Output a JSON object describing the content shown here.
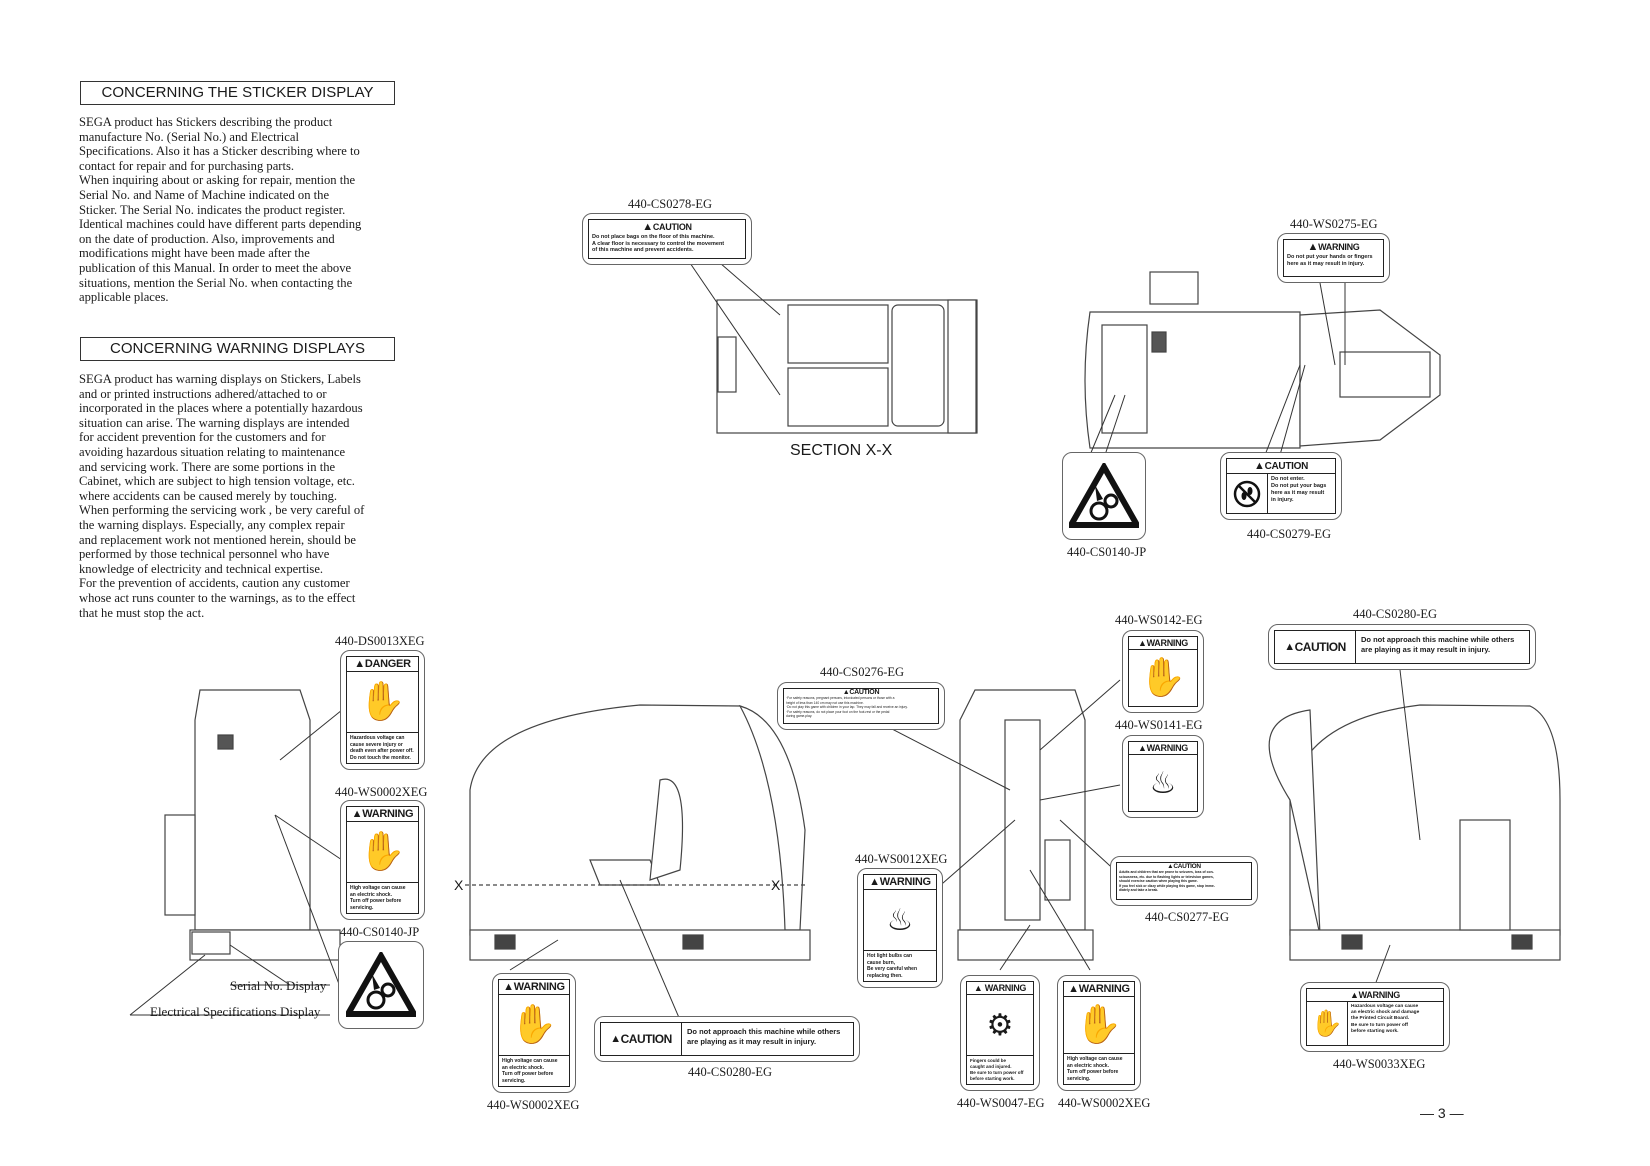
{
  "sections": {
    "sticker": {
      "heading": "CONCERNING THE STICKER DISPLAY",
      "body": "SEGA product has Stickers describing the product\nmanufacture No. (Serial No.) and Electrical\nSpecifications.  Also it has a Sticker describing where to\ncontact for repair and for purchasing parts.\nWhen inquiring about or asking for repair, mention the\nSerial No. and Name of Machine indicated on the\nSticker.  The Serial No. indicates the product register.\nIdentical machines could have different parts depending\non the date of production.  Also, improvements and\nmodifications might have been made after the\npublication of this Manual.  In order to meet the above\nsituations, mention the Serial No. when contacting the\napplicable places."
    },
    "warning": {
      "heading": "CONCERNING WARNING DISPLAYS",
      "body": "SEGA product has warning displays on Stickers, Labels\nand or printed instructions adhered/attached to or\nincorporated in the places where a potentially hazardous\nsituation can arise.  The warning displays are intended\nfor accident prevention for the customers and for\navoiding hazardous situation relating to maintenance\nand servicing work.  There are some portions in the\nCabinet, which are subject to high tension voltage, etc.\nwhere accidents can be caused merely by touching.\nWhen performing the servicing work , be very careful of\nthe warning displays.  Especially, any complex repair\nand replacement work not mentioned herein, should be\nperformed by those technical personnel who have\nknowledge of electricity and technical expertise.\nFor the prevention of accidents, caution any customer\nwhose act runs counter to the warnings, as to the effect\nthat he must stop the act."
    }
  },
  "section_label": "SECTION X-X",
  "x_marks": [
    "X",
    "X"
  ],
  "display_labels": {
    "serial": "Serial No. Display",
    "electrical": "Electrical Specifications Display"
  },
  "stickers": {
    "cs0278": {
      "code": "440-CS0278-EG",
      "level": "CAUTION",
      "text": "Do not place bags on the floor of this machine.\nA clear floor is necessary to control the movement\nof this machine and prevent accidents."
    },
    "ws0275": {
      "code": "440-WS0275-EG",
      "level": "WARNING",
      "text": "Do not put your hands or fingers\nhere as it may result in injury."
    },
    "cs0140_top": {
      "code": "440-CS0140-JP",
      "icon": "gear-pinch-icon"
    },
    "cs0279": {
      "code": "440-CS0279-EG",
      "level": "CAUTION",
      "text": "Do not enter.\nDo not put your bags\nhere as it may result\nin injury.",
      "icon": "no-entry-footprints-icon"
    },
    "ds0013": {
      "code": "440-DS0013XEG",
      "level": "DANGER",
      "text": "Hazardous voltage can\ncause severe injury or\ndeath even after power off.\nDo not touch the monitor.",
      "icon": "electric-hand-icon"
    },
    "ws0002_left": {
      "code": "440-WS0002XEG",
      "level": "WARNING",
      "text": "High voltage can cause\nan electric shock.\nTurn off power before\nservicing.",
      "icon": "electric-hand-icon"
    },
    "cs0140_left": {
      "code": "440-CS0140-JP",
      "icon": "gear-pinch-icon"
    },
    "ws0002_bottom": {
      "code": "440-WS0002XEG",
      "level": "WARNING",
      "text": "High voltage can cause\nan electric shock.\nTurn off power before\nservicing.",
      "icon": "electric-hand-icon"
    },
    "cs0280_bottom": {
      "code": "440-CS0280-EG",
      "level": "CAUTION",
      "text": "Do not approach this machine while others\nare playing as it may result in injury."
    },
    "cs0276": {
      "code": "440-CS0276-EG",
      "level": "CAUTION",
      "text": "·For safety reasons, pregnant persons, intoxicated persons or those with a\n height of less than 140 cm may not use this machine.\n·Do not play this game with children in your lap. They may fall and receive an injury.\n·For safety reasons, do not place your foot on the foot-rest or the pedal\n during game-play."
    },
    "ws0142": {
      "code": "440-WS0142-EG",
      "level": "WARNING",
      "icon": "electric-hand-icon"
    },
    "ws0141": {
      "code": "440-WS0141-EG",
      "level": "WARNING",
      "icon": "hot-surface-hand-icon"
    },
    "ws0012": {
      "code": "440-WS0012XEG",
      "level": "WARNING",
      "text": "Hot light bulbs can\ncause burn,\nBe very careful when\nreplacing then.",
      "icon": "hot-surface-hand-icon"
    },
    "cs0277": {
      "code": "440-CS0277-EG",
      "level": "CAUTION",
      "text": "Adults and children that are prone to seizures, loss of con-\nsciousness, etc. due to flashing lights or television games,\nshould exercise caution when playing this game.\nIf you feel sick or dizzy while playing this game, stop imme-\ndiately and take a break."
    },
    "ws0047": {
      "code": "440-WS0047-EG",
      "level": "WARNING",
      "text": "Fingers could be\ncaught and injured.\nBe sure to turn power off\nbefore starting work.",
      "icon": "gear-pinch-icon"
    },
    "ws0002_right": {
      "code": "440-WS0002XEG",
      "level": "WARNING",
      "text": "High voltage can cause\nan electric shock.\nTurn off power before\nservicing.",
      "icon": "electric-hand-icon"
    },
    "cs0280_right": {
      "code": "440-CS0280-EG",
      "level": "CAUTION",
      "text": "Do not approach this machine while others\nare playing as it may result in injury."
    },
    "ws0033": {
      "code": "440-WS0033XEG",
      "level": "WARNING",
      "text": "Hazardous voltage can cause\nan electric shock and damage\nthe Printed Circuit Board.\nBe sure to turn power off\nbefore starting work.",
      "icon": "electric-hand-icon"
    }
  },
  "page_number": "— 3 —"
}
